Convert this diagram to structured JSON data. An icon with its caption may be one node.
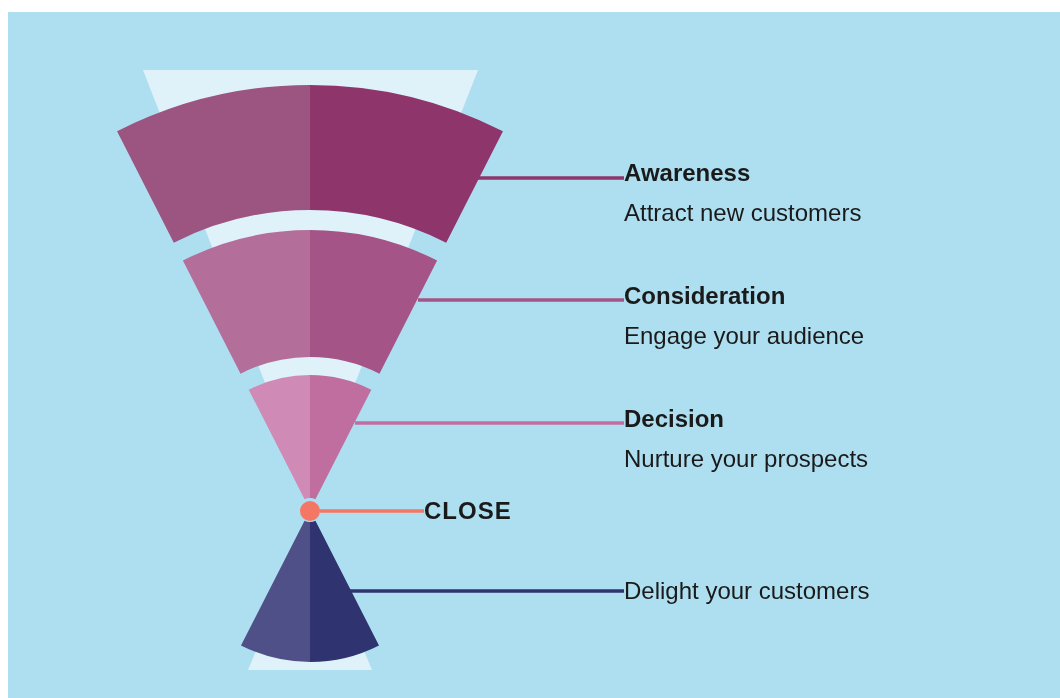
{
  "diagram": {
    "nodes": [
      {
        "text": [],
        "shape": "band"
      },
      {
        "text": [
          "Awareness",
          "Attract new customers"
        ]
      },
      {
        "text": [],
        "shape": "band"
      },
      {
        "text": [
          "Consideration",
          "Engage your audience"
        ]
      },
      {
        "text": [],
        "shape": "band"
      },
      {
        "text": [
          "Decision",
          "Nurture your prospects"
        ]
      },
      {
        "text": [],
        "shape": "circle"
      },
      {
        "text": [
          "CLOSE"
        ]
      },
      {
        "text": [],
        "shape": "triangle"
      },
      {
        "text": [
          "Delight your customers"
        ]
      }
    ],
    "edges": [
      {
        "from": 1,
        "to": 0,
        "arrow": "none",
        "color": "#8e356b"
      },
      {
        "from": 3,
        "to": 2,
        "arrow": "none",
        "color": "#a45486"
      },
      {
        "from": 5,
        "to": 4,
        "arrow": "none",
        "color": "#c06ea0"
      },
      {
        "from": 7,
        "to": 6,
        "arrow": "none",
        "color": "#f47765"
      },
      {
        "from": 9,
        "to": 8,
        "arrow": "none",
        "color": "#2f3470"
      }
    ]
  }
}
